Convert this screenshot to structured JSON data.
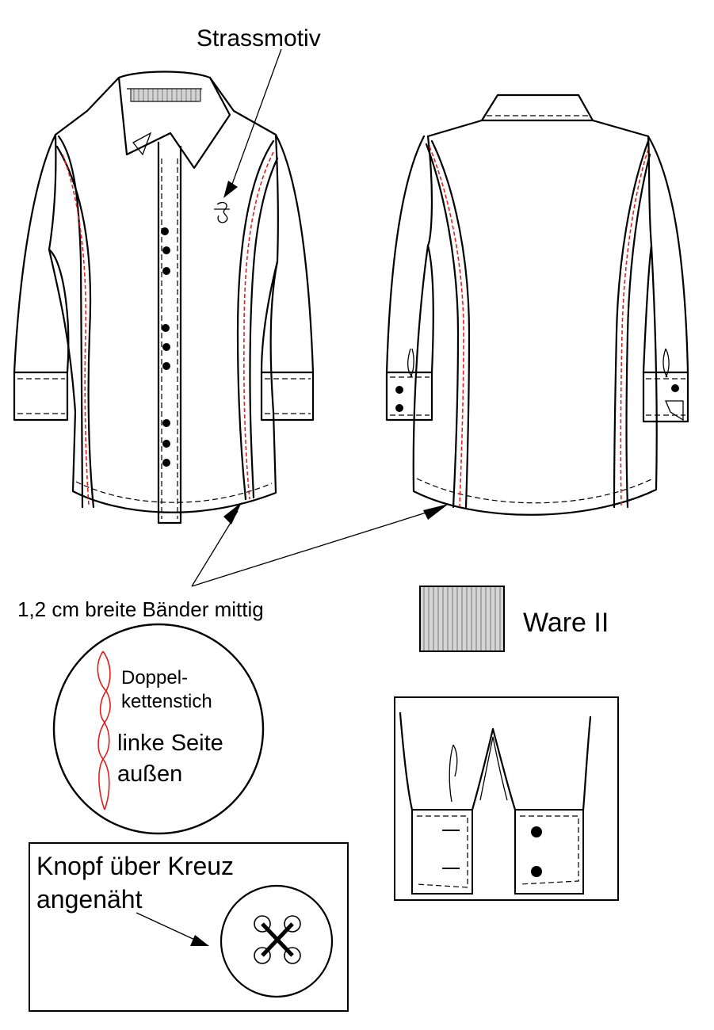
{
  "labels": {
    "rhinestone_motif": "Strassmotiv",
    "ribbons": "1,2 cm breite Bänder mittig",
    "fabric": "Ware II",
    "stitch_line1": "Doppel-",
    "stitch_line2": "kettenstich",
    "stitch_line3": "linke Seite",
    "stitch_line4": "außen",
    "button_line1": "Knopf über Kreuz",
    "button_line2": "angenäht"
  },
  "colors": {
    "stitching": "#e0201c",
    "fabric_swatch": "#cfcfcf",
    "outline": "#000000"
  },
  "icons": {
    "motif": "rhinestone-motif-icon",
    "button": "cross-stitched-button-icon",
    "chain_stitch": "chain-stitch-icon"
  }
}
